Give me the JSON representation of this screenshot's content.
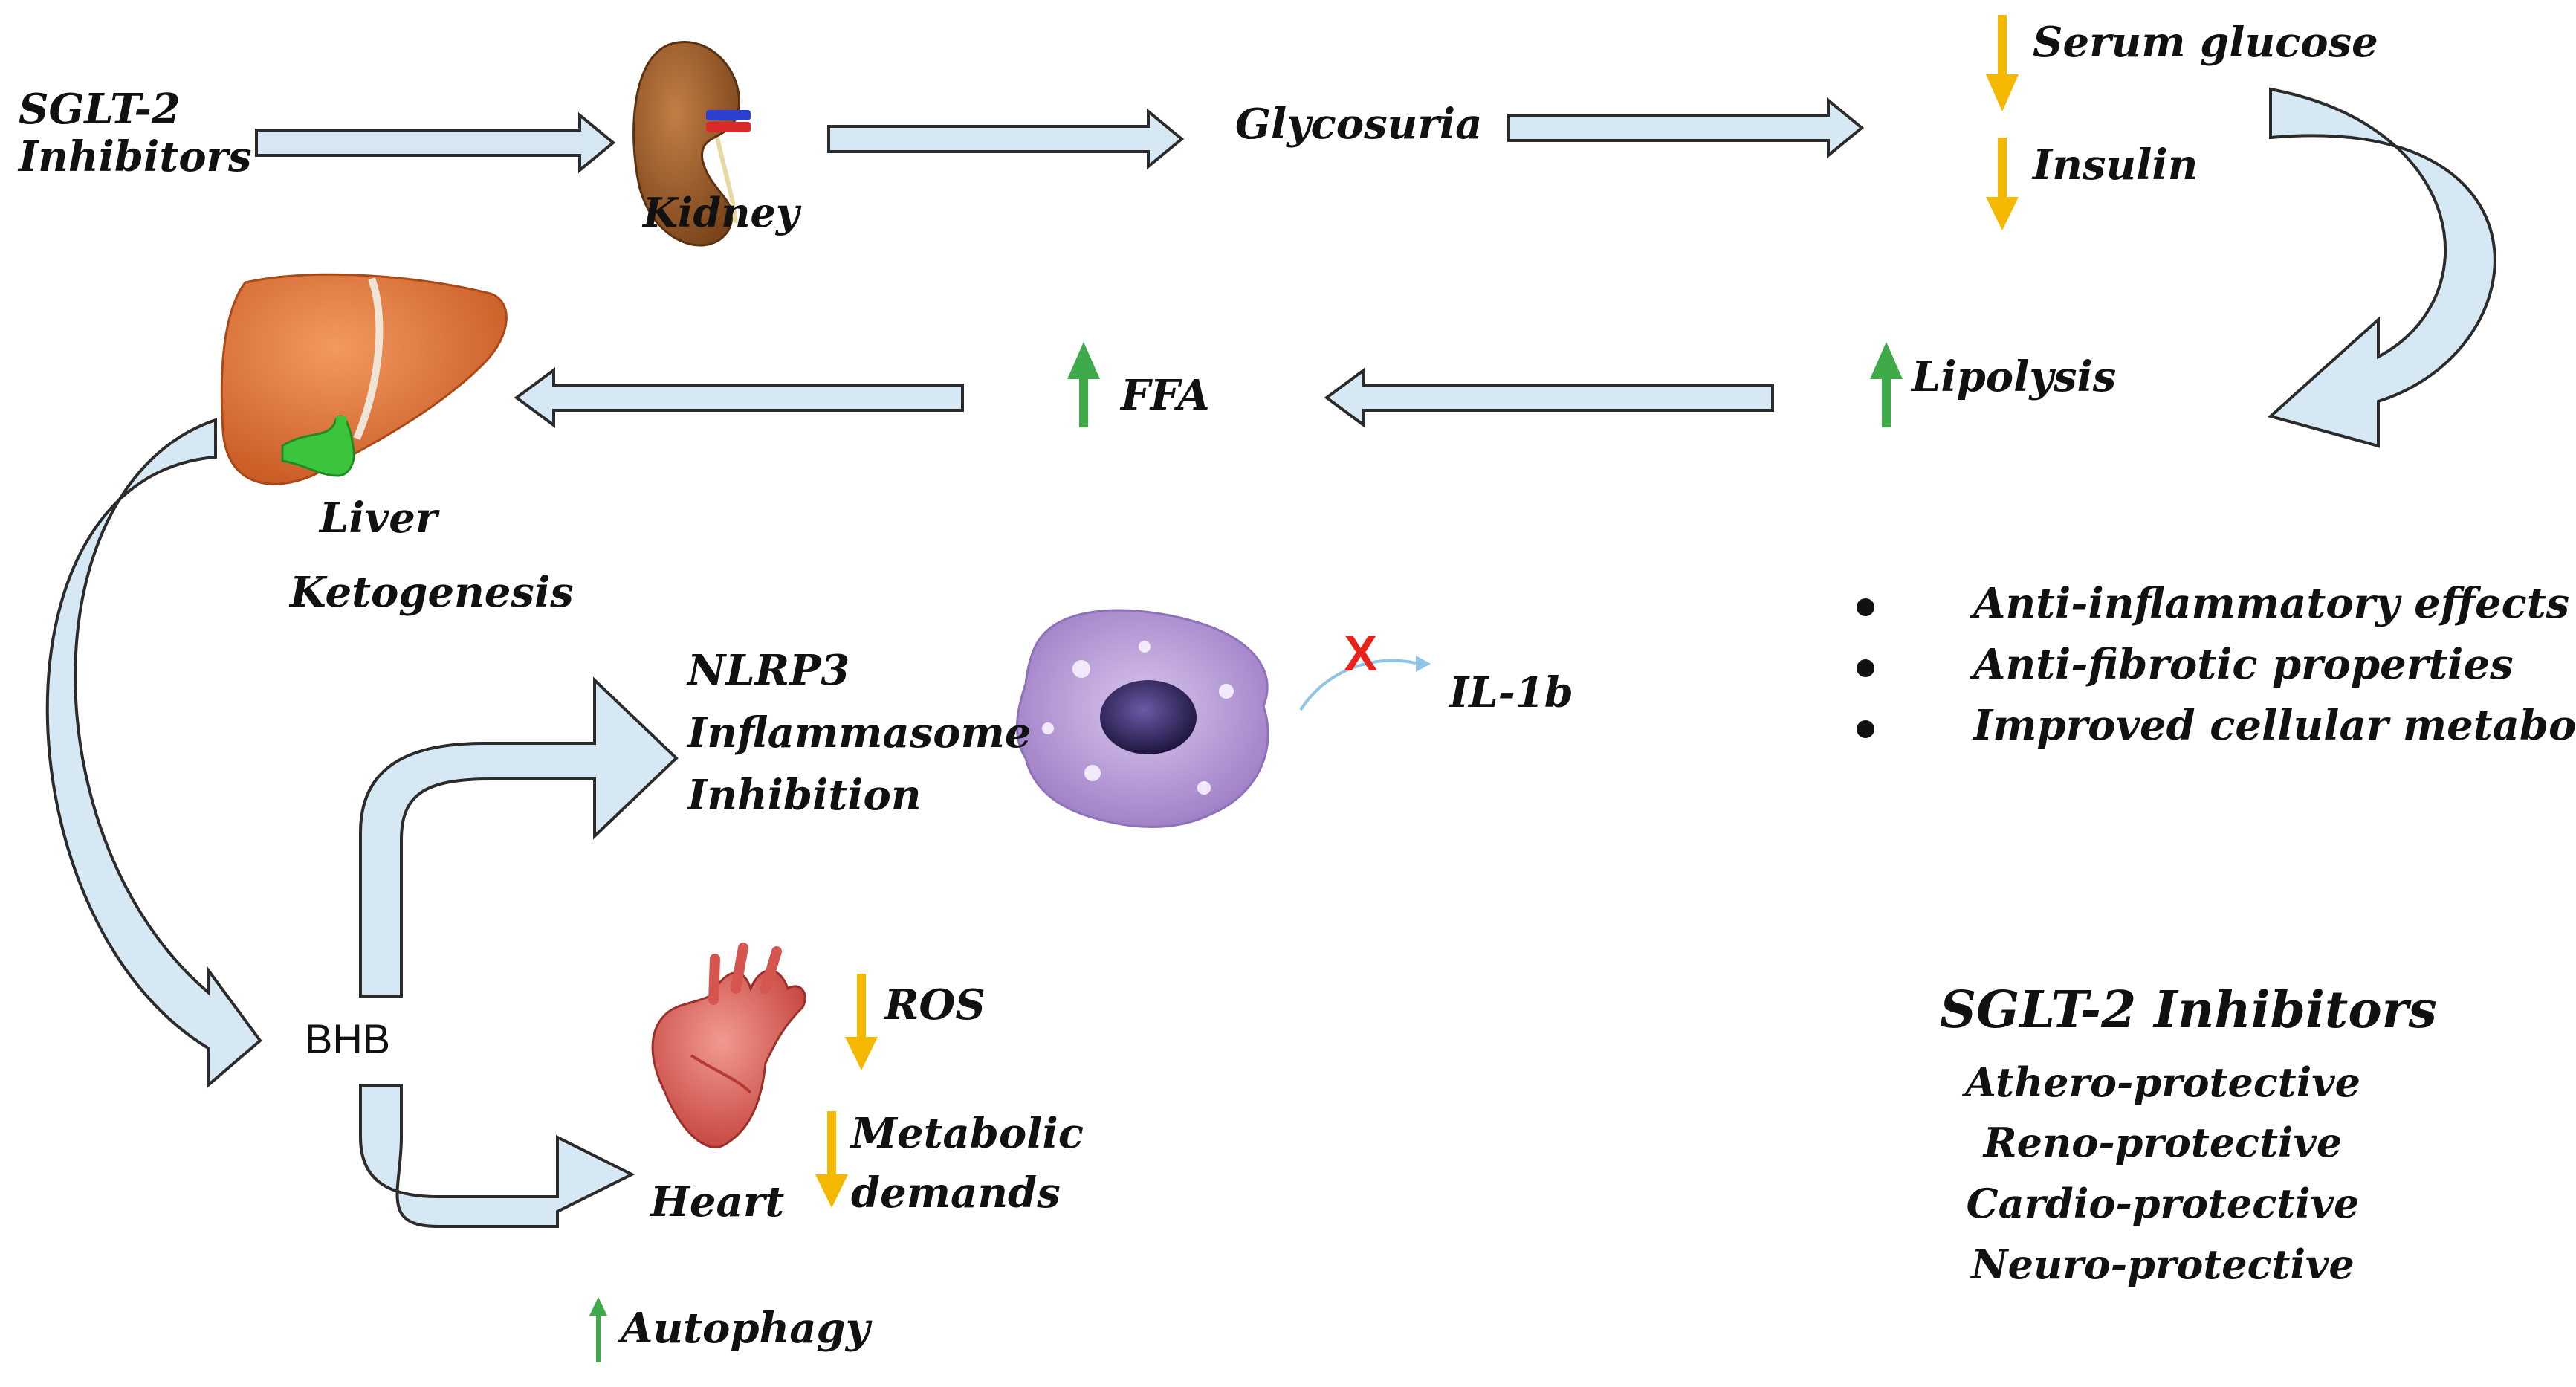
{
  "labels": {
    "sglt2_inhibitors_line1": "SGLT-2",
    "sglt2_inhibitors_line2": "Inhibitors",
    "kidney": "Kidney",
    "glycosuria": "Glycosuria",
    "serum_glucose": "Serum glucose",
    "insulin": "Insulin",
    "lipolysis": "Lipolysis",
    "ffa": "FFA",
    "liver": "Liver",
    "ketogenesis": "Ketogenesis",
    "nlrp3_line1": "NLRP3",
    "nlrp3_line2": "Inflammasome",
    "nlrp3_line3": "Inhibition",
    "il1b": "IL-1b",
    "blocked_mark": "X",
    "bhb": "BHB",
    "heart": "Heart",
    "ros": "ROS",
    "metabolic_line1": "Metabolic",
    "metabolic_line2": "demands",
    "autophagy": "Autophagy"
  },
  "effects": [
    "Anti-inflammatory effects",
    "Anti-fibrotic properties",
    "Improved cellular metabolism"
  ],
  "summary": {
    "title": "SGLT-2 Inhibitors",
    "items": [
      "Athero-protective",
      "Reno-protective",
      "Cardio-protective",
      "Neuro-protective"
    ]
  },
  "colors": {
    "arrow_fill": "#d6e8f3",
    "arrow_stroke": "#2b2b2b",
    "decrease_arrow": "#f5b800",
    "increase_arrow": "#3faa4a",
    "blocked_mark": "#e8231c",
    "liver": "#e2773a",
    "kidney": "#a0612c",
    "macrophage": "#b79ad6",
    "heart": "#e36a62"
  },
  "icons": [
    "kidney-icon",
    "liver-icon",
    "macrophage-cell-icon",
    "heart-organ-icon"
  ]
}
